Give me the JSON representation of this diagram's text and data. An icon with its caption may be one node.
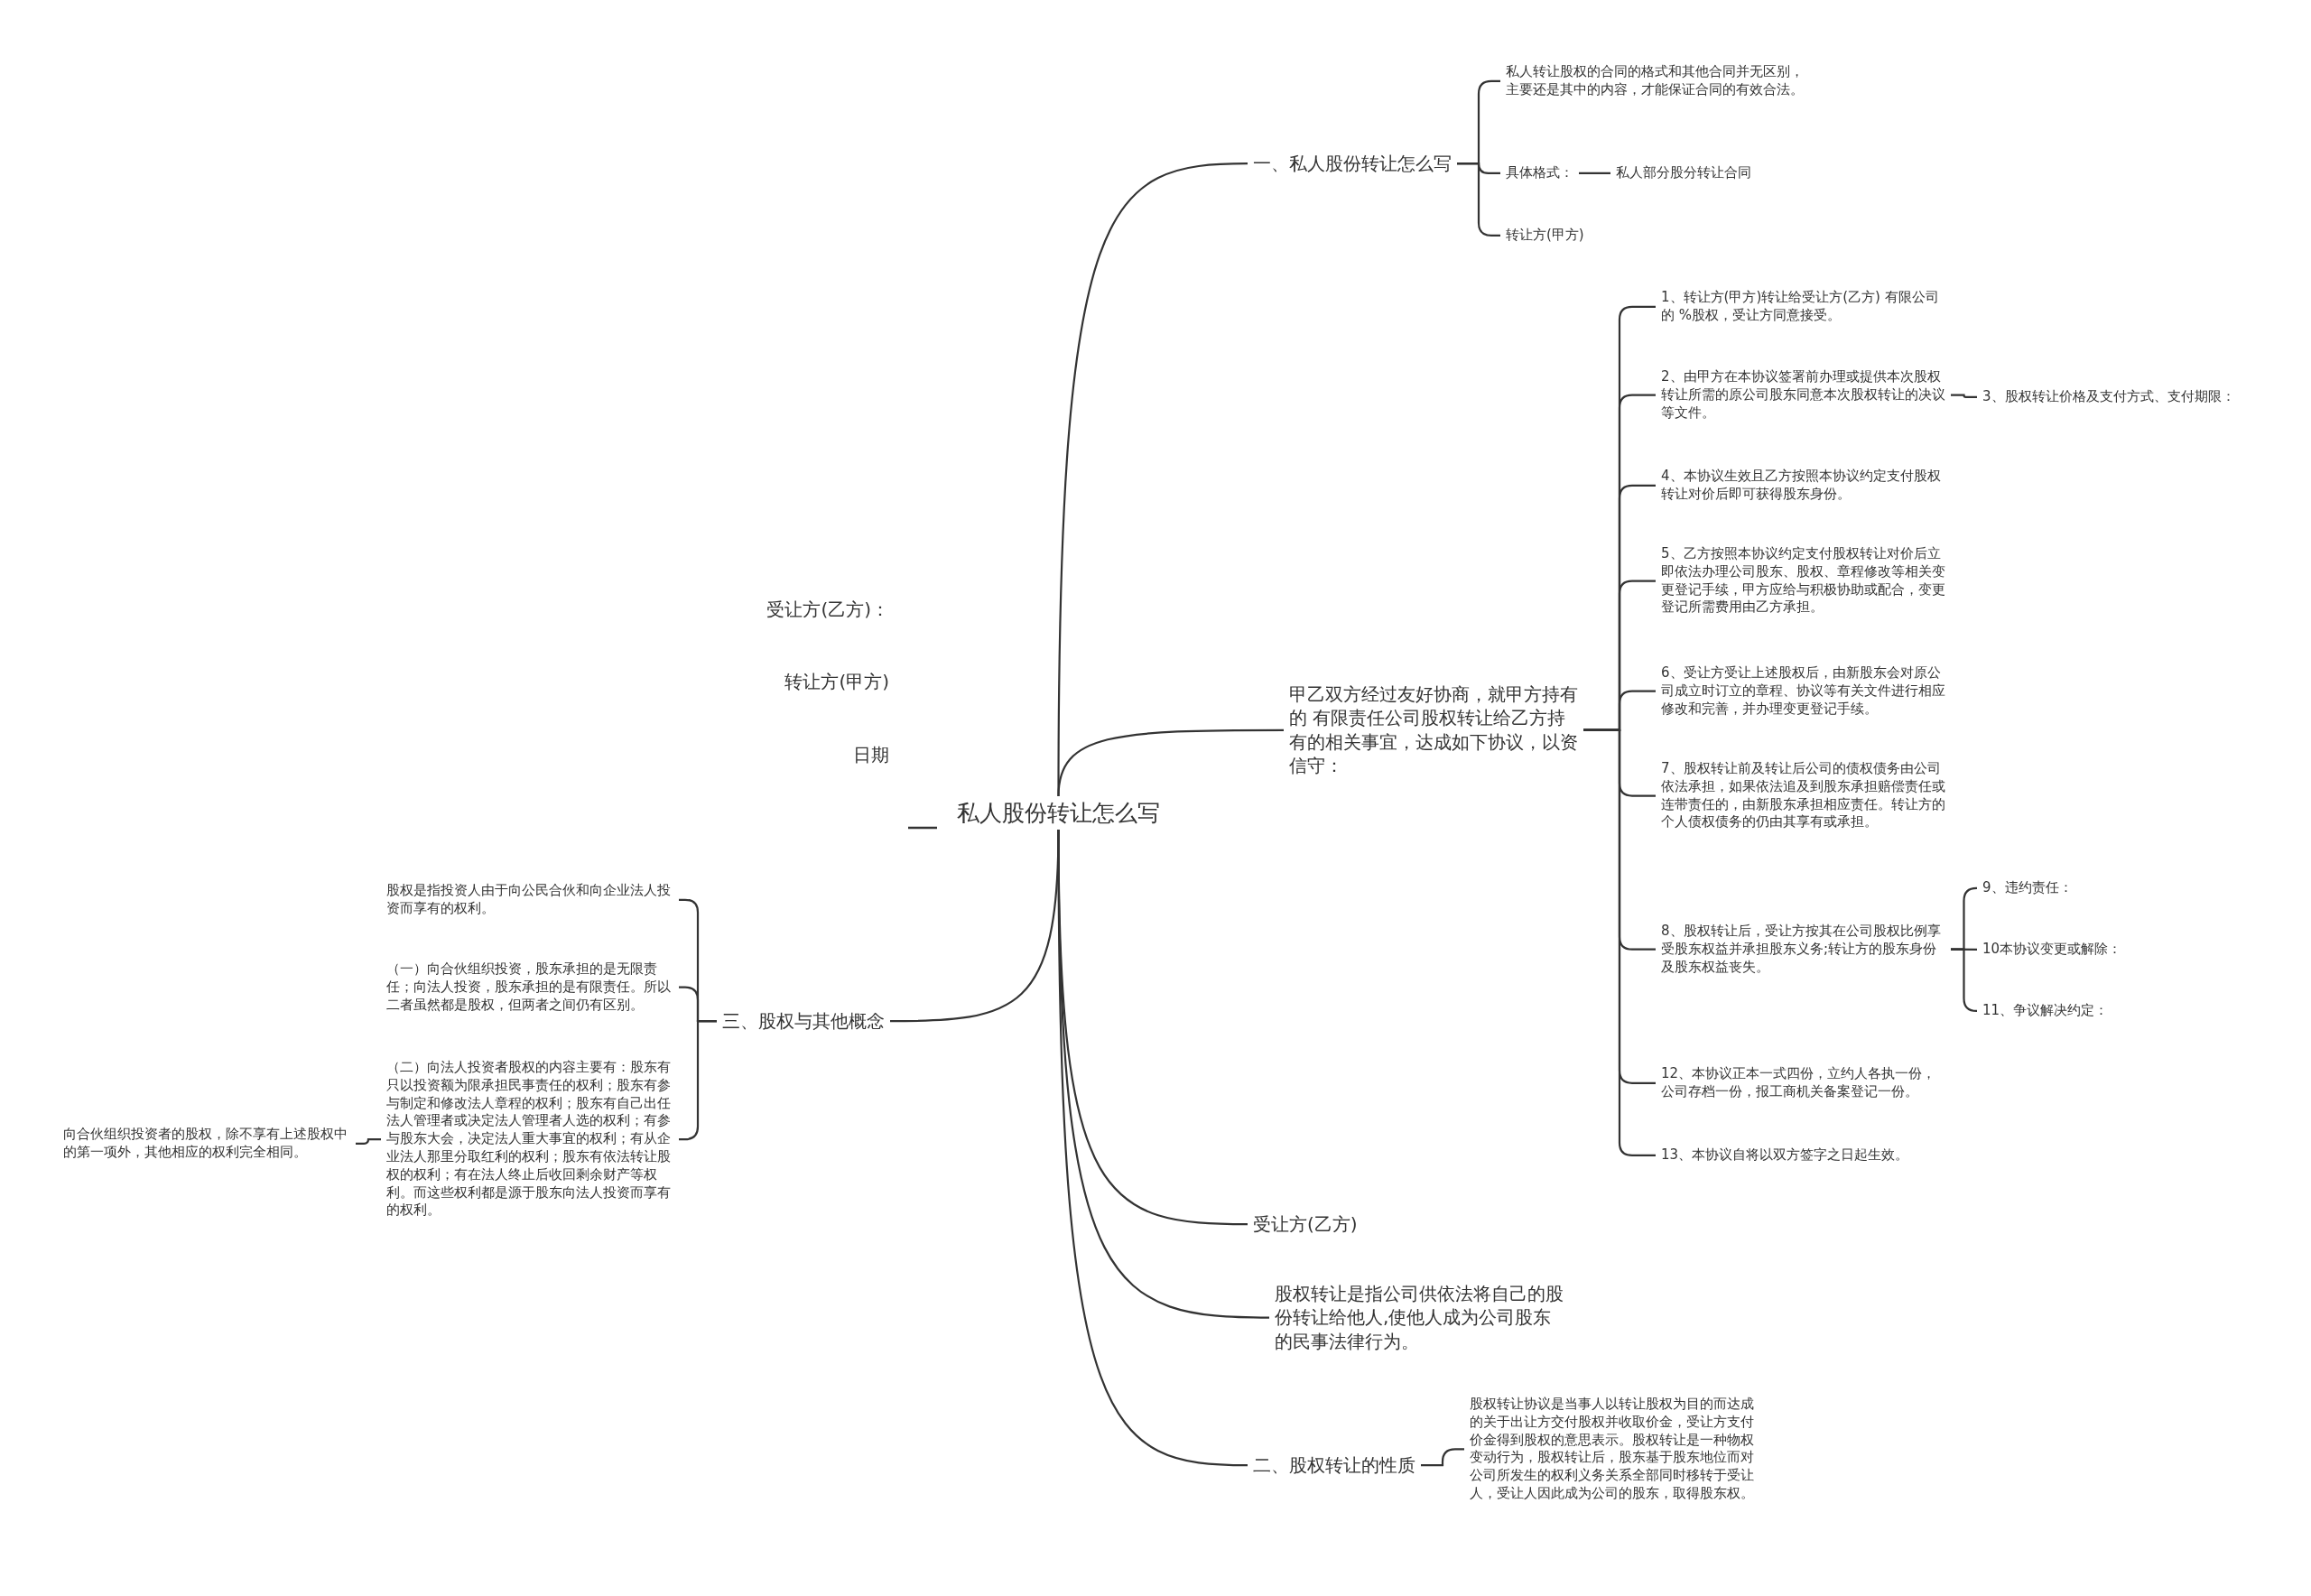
{
  "diagram": {
    "nodes": [
      {
        "text": [
          "私人股份转让怎么写"
        ]
      },
      {
        "text": [
          "一、私人股份转让怎么写"
        ]
      },
      {
        "text": [
          "私人转让股权的合同的格式和其他合同并无区别，主要还是其中的内容，才能保证合同的有效合法。"
        ]
      },
      {
        "text": [
          "具体格式："
        ]
      },
      {
        "text": [
          "私人部分股分转让合同"
        ]
      },
      {
        "text": [
          "转让方(甲方)"
        ]
      },
      {
        "text": [
          "甲乙双方经过友好协商，就甲方持有的 有限责任公司股权转让给乙方持有的相关事宜，达成如下协议，以资信守："
        ]
      },
      {
        "text": [
          "1、转让方(甲方)转让给受让方(乙方) 有限公司的 %股权，受让方同意接受。"
        ]
      },
      {
        "text": [
          "2、由甲方在本协议签署前办理或提供本次股权转让所需的原公司股东同意本次股权转让的决议等文件。"
        ]
      },
      {
        "text": [
          "3、股权转让价格及支付方式、支付期限："
        ]
      },
      {
        "text": [
          "4、本协议生效且乙方按照本协议约定支付股权转让对价后即可获得股东身份。"
        ]
      },
      {
        "text": [
          "5、乙方按照本协议约定支付股权转让对价后立即依法办理公司股东、股权、章程修改等相关变更登记手续，甲方应给与积极协助或配合，变更登记所需费用由乙方承担。"
        ]
      },
      {
        "text": [
          "6、受让方受让上述股权后，由新股东会对原公司成立时订立的章程、协议等有关文件进行相应修改和完善，并办理变更登记手续。"
        ]
      },
      {
        "text": [
          "7、股权转让前及转让后公司的债权债务由公司依法承担，如果依法追及到股东承担赔偿责任或连带责任的，由新股东承担相应责任。转让方的个人债权债务的仍由其享有或承担。"
        ]
      },
      {
        "text": [
          "8、股权转让后，受让方按其在公司股权比例享受股东权益并承担股东义务;转让方的股东身份及股东权益丧失。"
        ]
      },
      {
        "text": [
          "9、违约责任："
        ]
      },
      {
        "text": [
          "10本协议变更或解除："
        ]
      },
      {
        "text": [
          "11、争议解决约定："
        ]
      },
      {
        "text": [
          "12、本协议正本一式四份，立约人各执一份，公司存档一份，报工商机关备案登记一份。"
        ]
      },
      {
        "text": [
          "13、本协议自将以双方签字之日起生效。"
        ]
      },
      {
        "text": [
          "三、股权与其他概念"
        ]
      },
      {
        "text": [
          "股权是指投资人由于向公民合伙和向企业法人投资而享有的权利。"
        ]
      },
      {
        "text": [
          "（一）向合伙组织投资，股东承担的是无限责任；向法人投资，股东承担的是有限责任。所以二者虽然都是股权，但两者之间仍有区别。"
        ]
      },
      {
        "text": [
          "（二）向法人投资者股权的内容主要有：股东有只以投资额为限承担民事责任的权利；股东有参与制定和修改法人章程的权利；股东有自己出任法人管理者或决定法人管理者人选的权利；有参与股东大会，决定法人重大事宜的权利；有从企业法人那里分取红利的权利；股东有依法转让股权的权利；有在法人终止后收回剩余财产等权利。而这些权利都是源于股东向法人投资而享有的权利。"
        ]
      },
      {
        "text": [
          "向合伙组织投资者的股权，除不享有上述股权中的第一项外，其他相应的权利完全相同。"
        ]
      },
      {
        "text": [
          "受让方(乙方)"
        ]
      },
      {
        "text": [
          "股权转让是指公司供依法将自己的股份转让给他人,使他人成为公司股东的民事法律行为。"
        ]
      },
      {
        "text": [
          "二、股权转让的性质"
        ]
      },
      {
        "text": [
          "股权转让协议是当事人以转让股权为目的而达成的关于出让方交付股权并收取价金，受让方支付价金得到股权的意思表示。股权转让是一种物权变动行为，股权转让后，股东基于股东地位而对公司所发生的权利义务关系全部同时移转于受让人，受让人因此成为公司的股东，取得股东权。"
        ]
      }
    ],
    "edges": [
      {
        "from": 0,
        "to": 1,
        "arrow": "none"
      },
      {
        "from": 0,
        "to": 6,
        "arrow": "none"
      },
      {
        "from": 0,
        "to": 20,
        "arrow": "none"
      },
      {
        "from": 0,
        "to": 25,
        "arrow": "none"
      },
      {
        "from": 0,
        "to": 26,
        "arrow": "none"
      },
      {
        "from": 0,
        "to": 27,
        "arrow": "none"
      },
      {
        "from": 1,
        "to": 2,
        "arrow": "none"
      },
      {
        "from": 1,
        "to": 3,
        "arrow": "none"
      },
      {
        "from": 1,
        "to": 5,
        "arrow": "none"
      },
      {
        "from": 3,
        "to": 4,
        "arrow": "none"
      },
      {
        "from": 6,
        "to": 7,
        "arrow": "none"
      },
      {
        "from": 6,
        "to": 8,
        "arrow": "none"
      },
      {
        "from": 6,
        "to": 10,
        "arrow": "none"
      },
      {
        "from": 6,
        "to": 11,
        "arrow": "none"
      },
      {
        "from": 6,
        "to": 12,
        "arrow": "none"
      },
      {
        "from": 6,
        "to": 13,
        "arrow": "none"
      },
      {
        "from": 6,
        "to": 14,
        "arrow": "none"
      },
      {
        "from": 6,
        "to": 18,
        "arrow": "none"
      },
      {
        "from": 6,
        "to": 19,
        "arrow": "none"
      },
      {
        "from": 8,
        "to": 9,
        "arrow": "none"
      },
      {
        "from": 14,
        "to": 15,
        "arrow": "none"
      },
      {
        "from": 14,
        "to": 16,
        "arrow": "none"
      },
      {
        "from": 14,
        "to": 17,
        "arrow": "none"
      },
      {
        "from": 20,
        "to": 21,
        "arrow": "none"
      },
      {
        "from": 20,
        "to": 22,
        "arrow": "none"
      },
      {
        "from": 20,
        "to": 23,
        "arrow": "none"
      },
      {
        "from": 23,
        "to": 24,
        "arrow": "none"
      },
      {
        "from": 27,
        "to": 28,
        "arrow": "none"
      }
    ],
    "labels": [
      "受让方(乙方)：",
      "转让方(甲方)",
      "日期"
    ]
  }
}
